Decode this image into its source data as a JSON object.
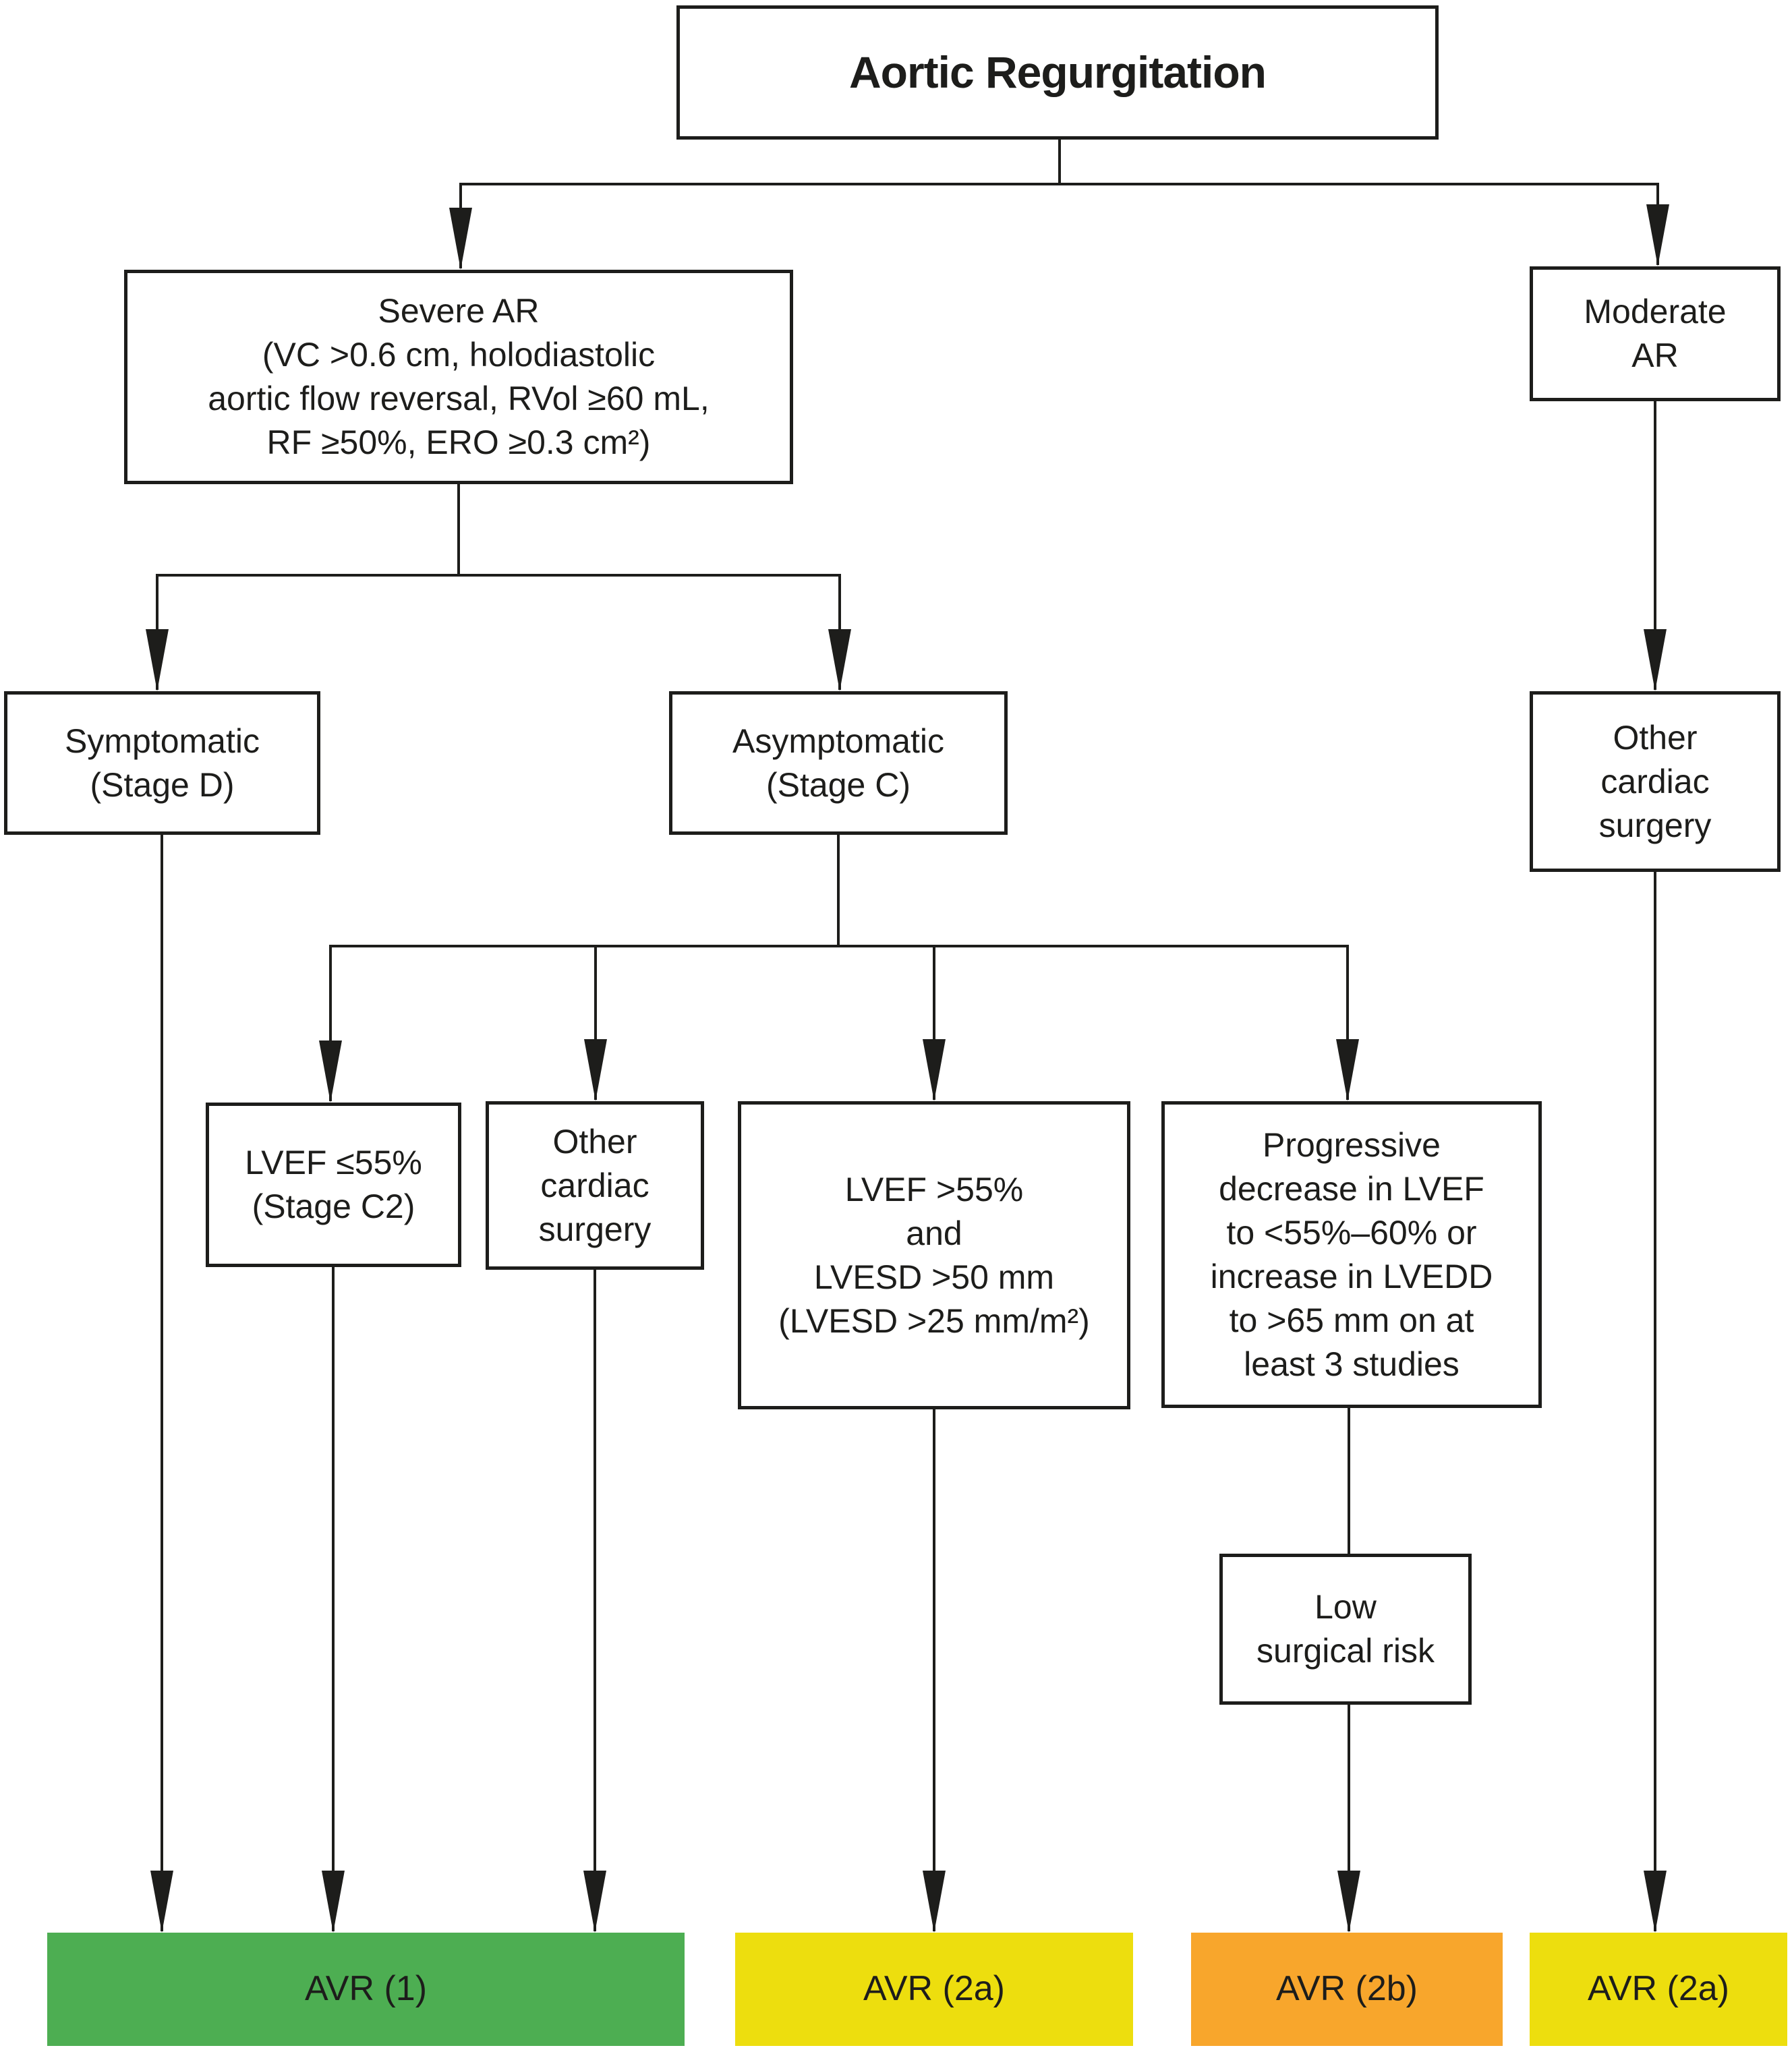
{
  "diagram": {
    "title": "Aortic Regurgitation",
    "nodes": {
      "root": "Aortic Regurgitation",
      "severe_ar": "Severe AR\n(VC >0.6 cm, holodiastolic\naortic flow reversal, RVol ≥60 mL,\nRF ≥50%, ERO ≥0.3 cm²)",
      "moderate_ar": "Moderate\nAR",
      "symptomatic": "Symptomatic\n(Stage D)",
      "asymptomatic": "Asymptomatic\n(Stage C)",
      "other_cardiac_surgery_moderate": "Other\ncardiac\nsurgery",
      "lvef_le_55": "LVEF ≤55%\n(Stage C2)",
      "other_cardiac_surgery": "Other\ncardiac\nsurgery",
      "lvef_gt_55": "LVEF >55%\nand\nLVESD >50 mm\n(LVESD >25 mm/m²)",
      "progressive_change": "Progressive\ndecrease in LVEF\nto <55%–60% or\nincrease in LVEDD\nto >65 mm on at\nleast 3 studies",
      "low_surgical_risk": "Low\nsurgical risk"
    },
    "outcomes": {
      "avr_1": {
        "label": "AVR (1)",
        "color": "#4dae52"
      },
      "avr_2a_left": {
        "label": "AVR (2a)",
        "color": "#edde0e"
      },
      "avr_2b": {
        "label": "AVR (2b)",
        "color": "#f8a62c"
      },
      "avr_2a_right": {
        "label": "AVR (2a)",
        "color": "#edde0e"
      }
    },
    "edges": [
      {
        "from": "root",
        "to": "severe_ar"
      },
      {
        "from": "root",
        "to": "moderate_ar"
      },
      {
        "from": "severe_ar",
        "to": "symptomatic"
      },
      {
        "from": "severe_ar",
        "to": "asymptomatic"
      },
      {
        "from": "moderate_ar",
        "to": "other_cardiac_surgery_moderate"
      },
      {
        "from": "asymptomatic",
        "to": "lvef_le_55"
      },
      {
        "from": "asymptomatic",
        "to": "other_cardiac_surgery"
      },
      {
        "from": "asymptomatic",
        "to": "lvef_gt_55"
      },
      {
        "from": "asymptomatic",
        "to": "progressive_change"
      },
      {
        "from": "progressive_change",
        "to": "low_surgical_risk"
      },
      {
        "from": "symptomatic",
        "to": "avr_1"
      },
      {
        "from": "lvef_le_55",
        "to": "avr_1"
      },
      {
        "from": "other_cardiac_surgery",
        "to": "avr_1"
      },
      {
        "from": "lvef_gt_55",
        "to": "avr_2a_left"
      },
      {
        "from": "low_surgical_risk",
        "to": "avr_2b"
      },
      {
        "from": "other_cardiac_surgery_moderate",
        "to": "avr_2a_right"
      }
    ]
  }
}
